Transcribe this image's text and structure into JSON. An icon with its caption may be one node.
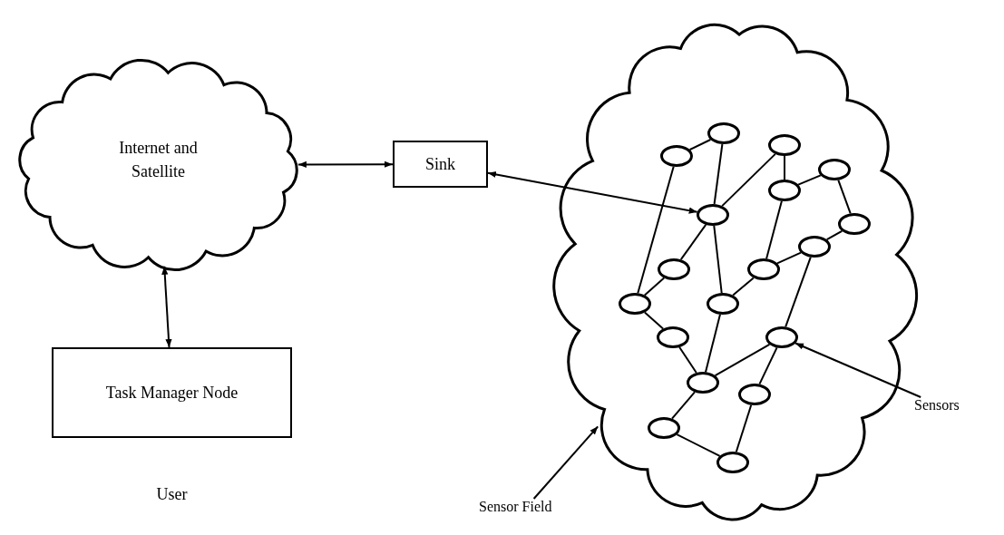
{
  "diagram": {
    "nodes": [
      {
        "text": [
          "Internet and Satellite"
        ]
      },
      {
        "text": [
          "Sink"
        ]
      },
      {
        "text": [
          "Task Manager Node"
        ],
        "beside": [
          "User"
        ]
      },
      {
        "text": [],
        "shape": "cloud"
      },
      {
        "text": [],
        "shape": "ellipse",
        "in": 3
      },
      {
        "text": [],
        "shape": "ellipse",
        "in": 3
      },
      {
        "text": [],
        "shape": "ellipse",
        "in": 3
      },
      {
        "text": [],
        "shape": "ellipse",
        "in": 3
      },
      {
        "text": [],
        "shape": "ellipse",
        "in": 3
      },
      {
        "text": [],
        "shape": "ellipse",
        "in": 3
      },
      {
        "text": [],
        "shape": "ellipse",
        "in": 3
      },
      {
        "text": [],
        "shape": "ellipse",
        "in": 3
      },
      {
        "text": [],
        "shape": "ellipse",
        "in": 3
      },
      {
        "text": [],
        "shape": "ellipse",
        "in": 3
      },
      {
        "text": [],
        "shape": "ellipse",
        "in": 3
      },
      {
        "text": [],
        "shape": "ellipse",
        "in": 3
      },
      {
        "text": [],
        "shape": "ellipse",
        "in": 3
      },
      {
        "text": [],
        "shape": "ellipse",
        "in": 3
      },
      {
        "text": [],
        "shape": "ellipse",
        "in": 3
      },
      {
        "text": [],
        "shape": "ellipse",
        "in": 3
      },
      {
        "text": [],
        "shape": "ellipse",
        "in": 3
      },
      {
        "text": [],
        "shape": "ellipse",
        "in": 3
      },
      {
        "text": [
          "Sensors"
        ]
      },
      {
        "text": [
          "Sensor Field"
        ]
      }
    ],
    "edges": [
      {
        "from": 0,
        "to": 1,
        "arrow": "both"
      },
      {
        "from": 0,
        "to": 2,
        "arrow": "both"
      },
      {
        "from": 1,
        "to": 9,
        "arrow": "both"
      },
      {
        "from": 4,
        "to": 5,
        "arrow": "none"
      },
      {
        "from": 4,
        "to": 14,
        "arrow": "none"
      },
      {
        "from": 5,
        "to": 9,
        "arrow": "none"
      },
      {
        "from": 9,
        "to": 6,
        "arrow": "none"
      },
      {
        "from": 6,
        "to": 8,
        "arrow": "none"
      },
      {
        "from": 8,
        "to": 7,
        "arrow": "none"
      },
      {
        "from": 7,
        "to": 10,
        "arrow": "none"
      },
      {
        "from": 10,
        "to": 11,
        "arrow": "none"
      },
      {
        "from": 8,
        "to": 13,
        "arrow": "none"
      },
      {
        "from": 13,
        "to": 11,
        "arrow": "none"
      },
      {
        "from": 9,
        "to": 12,
        "arrow": "none"
      },
      {
        "from": 9,
        "to": 15,
        "arrow": "none"
      },
      {
        "from": 12,
        "to": 14,
        "arrow": "none"
      },
      {
        "from": 15,
        "to": 13,
        "arrow": "none"
      },
      {
        "from": 11,
        "to": 17,
        "arrow": "none"
      },
      {
        "from": 14,
        "to": 16,
        "arrow": "none"
      },
      {
        "from": 15,
        "to": 18,
        "arrow": "none"
      },
      {
        "from": 16,
        "to": 18,
        "arrow": "none"
      },
      {
        "from": 18,
        "to": 17,
        "arrow": "none"
      },
      {
        "from": 17,
        "to": 19,
        "arrow": "none"
      },
      {
        "from": 18,
        "to": 20,
        "arrow": "none"
      },
      {
        "from": 20,
        "to": 21,
        "arrow": "none"
      },
      {
        "from": 19,
        "to": 21,
        "arrow": "none"
      },
      {
        "from": 22,
        "to": 17,
        "arrow": "to"
      },
      {
        "from": 23,
        "to": 3,
        "arrow": "to"
      }
    ]
  }
}
